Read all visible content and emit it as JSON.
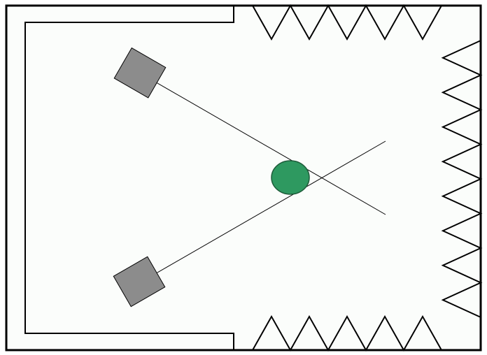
{
  "diagram": {
    "colors": {
      "background": "#fbfdfb",
      "stroke": "#000000",
      "emitter_fill": "#8c8c8c",
      "target_fill": "#2e9960",
      "target_stroke": "#1e5c3a"
    },
    "components": {
      "enclosure": "outer-room-boundary",
      "reflector_wall": "c-shaped-shielding-wall",
      "absorbers": [
        "top-absorber-wedges",
        "bottom-absorber-wedges",
        "right-absorber-wedges"
      ],
      "emitters": [
        "upper-emitter",
        "lower-emitter"
      ],
      "target": "round-target-object",
      "beams": [
        "upper-beam",
        "lower-beam"
      ]
    }
  }
}
